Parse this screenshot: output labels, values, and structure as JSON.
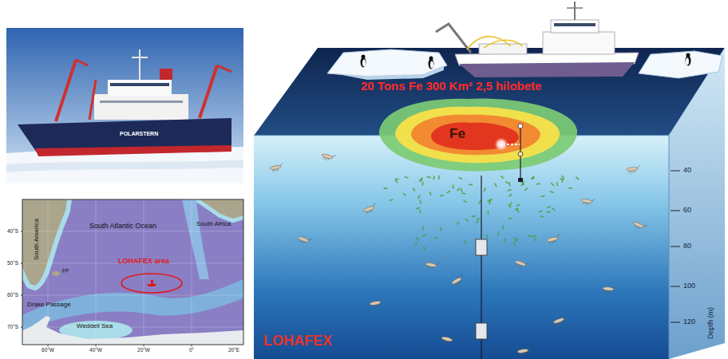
{
  "diagram": {
    "nodes": [
      {
        "text": [
          "LOHAFEX area"
        ]
      },
      {
        "text": [
          "Fe"
        ]
      }
    ],
    "labels": [
      "POLARSTERN",
      "South America",
      "South Atlantic Ocean",
      "South Africa",
      "FP",
      "Drake Passage",
      "Weddell Sea",
      "40°S",
      "50°S",
      "60°S",
      "70°S",
      "60°W",
      "40°W",
      "20°W",
      "0°",
      "20°E",
      "20 Tons Fe 300 Km² 2,5 hilobete",
      "40",
      "60",
      "80",
      "100",
      "120",
      "Depth (m)",
      "LOHAFEX"
    ]
  }
}
